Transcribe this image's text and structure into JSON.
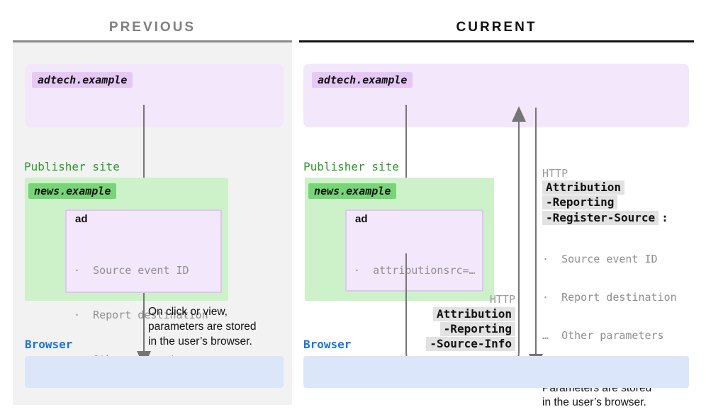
{
  "colors": {
    "page-bg": "#ffffff",
    "panel-bg": "#f2f2f2",
    "panel-border-prev": "#8a8a8a",
    "panel-border-cur": "#111111",
    "title-prev": "#808080",
    "title-cur": "#111111",
    "purple-box": "#f3e7fc",
    "purple-label": "#e6c8f5",
    "purple-border": "#dcc6ef",
    "green-text": "#2b9a2b",
    "green-box": "#cdf2c9",
    "green-label": "#76d576",
    "blue-text": "#1a73e8",
    "blue-box": "#dbe6fa",
    "arrow": "#757575",
    "muted-text": "#8f8f8f",
    "http-label": "#9a9a9a",
    "highlight-bg": "#e2e2e2",
    "ink": "#111111"
  },
  "previous": {
    "title": "PREVIOUS",
    "adtech_domain": "adtech.example",
    "publisher_site_label": "Publisher site",
    "news_domain": "news.example",
    "ad_title": "ad",
    "ad_params": [
      "·  Source event ID",
      "·  Report destination",
      "…  Other parameters"
    ],
    "store_note": "On click or view,\nparameters are stored\nin the user’s browser.",
    "browser_label": "Browser"
  },
  "current": {
    "title": "CURRENT",
    "adtech_domain": "adtech.example",
    "publisher_site_label": "Publisher site",
    "news_domain": "news.example",
    "ad_title": "ad",
    "ad_params": [
      "·  attributionsrc=…"
    ],
    "request": {
      "protocol": "HTTP",
      "header_lines": [
        "Attribution",
        "-Reporting",
        "-Source-Info"
      ]
    },
    "response": {
      "protocol": "HTTP",
      "header_lines": [
        "Attribution",
        "-Reporting",
        "-Register-Source"
      ],
      "colon": ":",
      "params": [
        "·  Source event ID",
        "·  Report destination",
        "…  Other parameters"
      ],
      "store_note": "Parameters are stored\nin the user’s browser."
    },
    "browser_label": "Browser"
  }
}
